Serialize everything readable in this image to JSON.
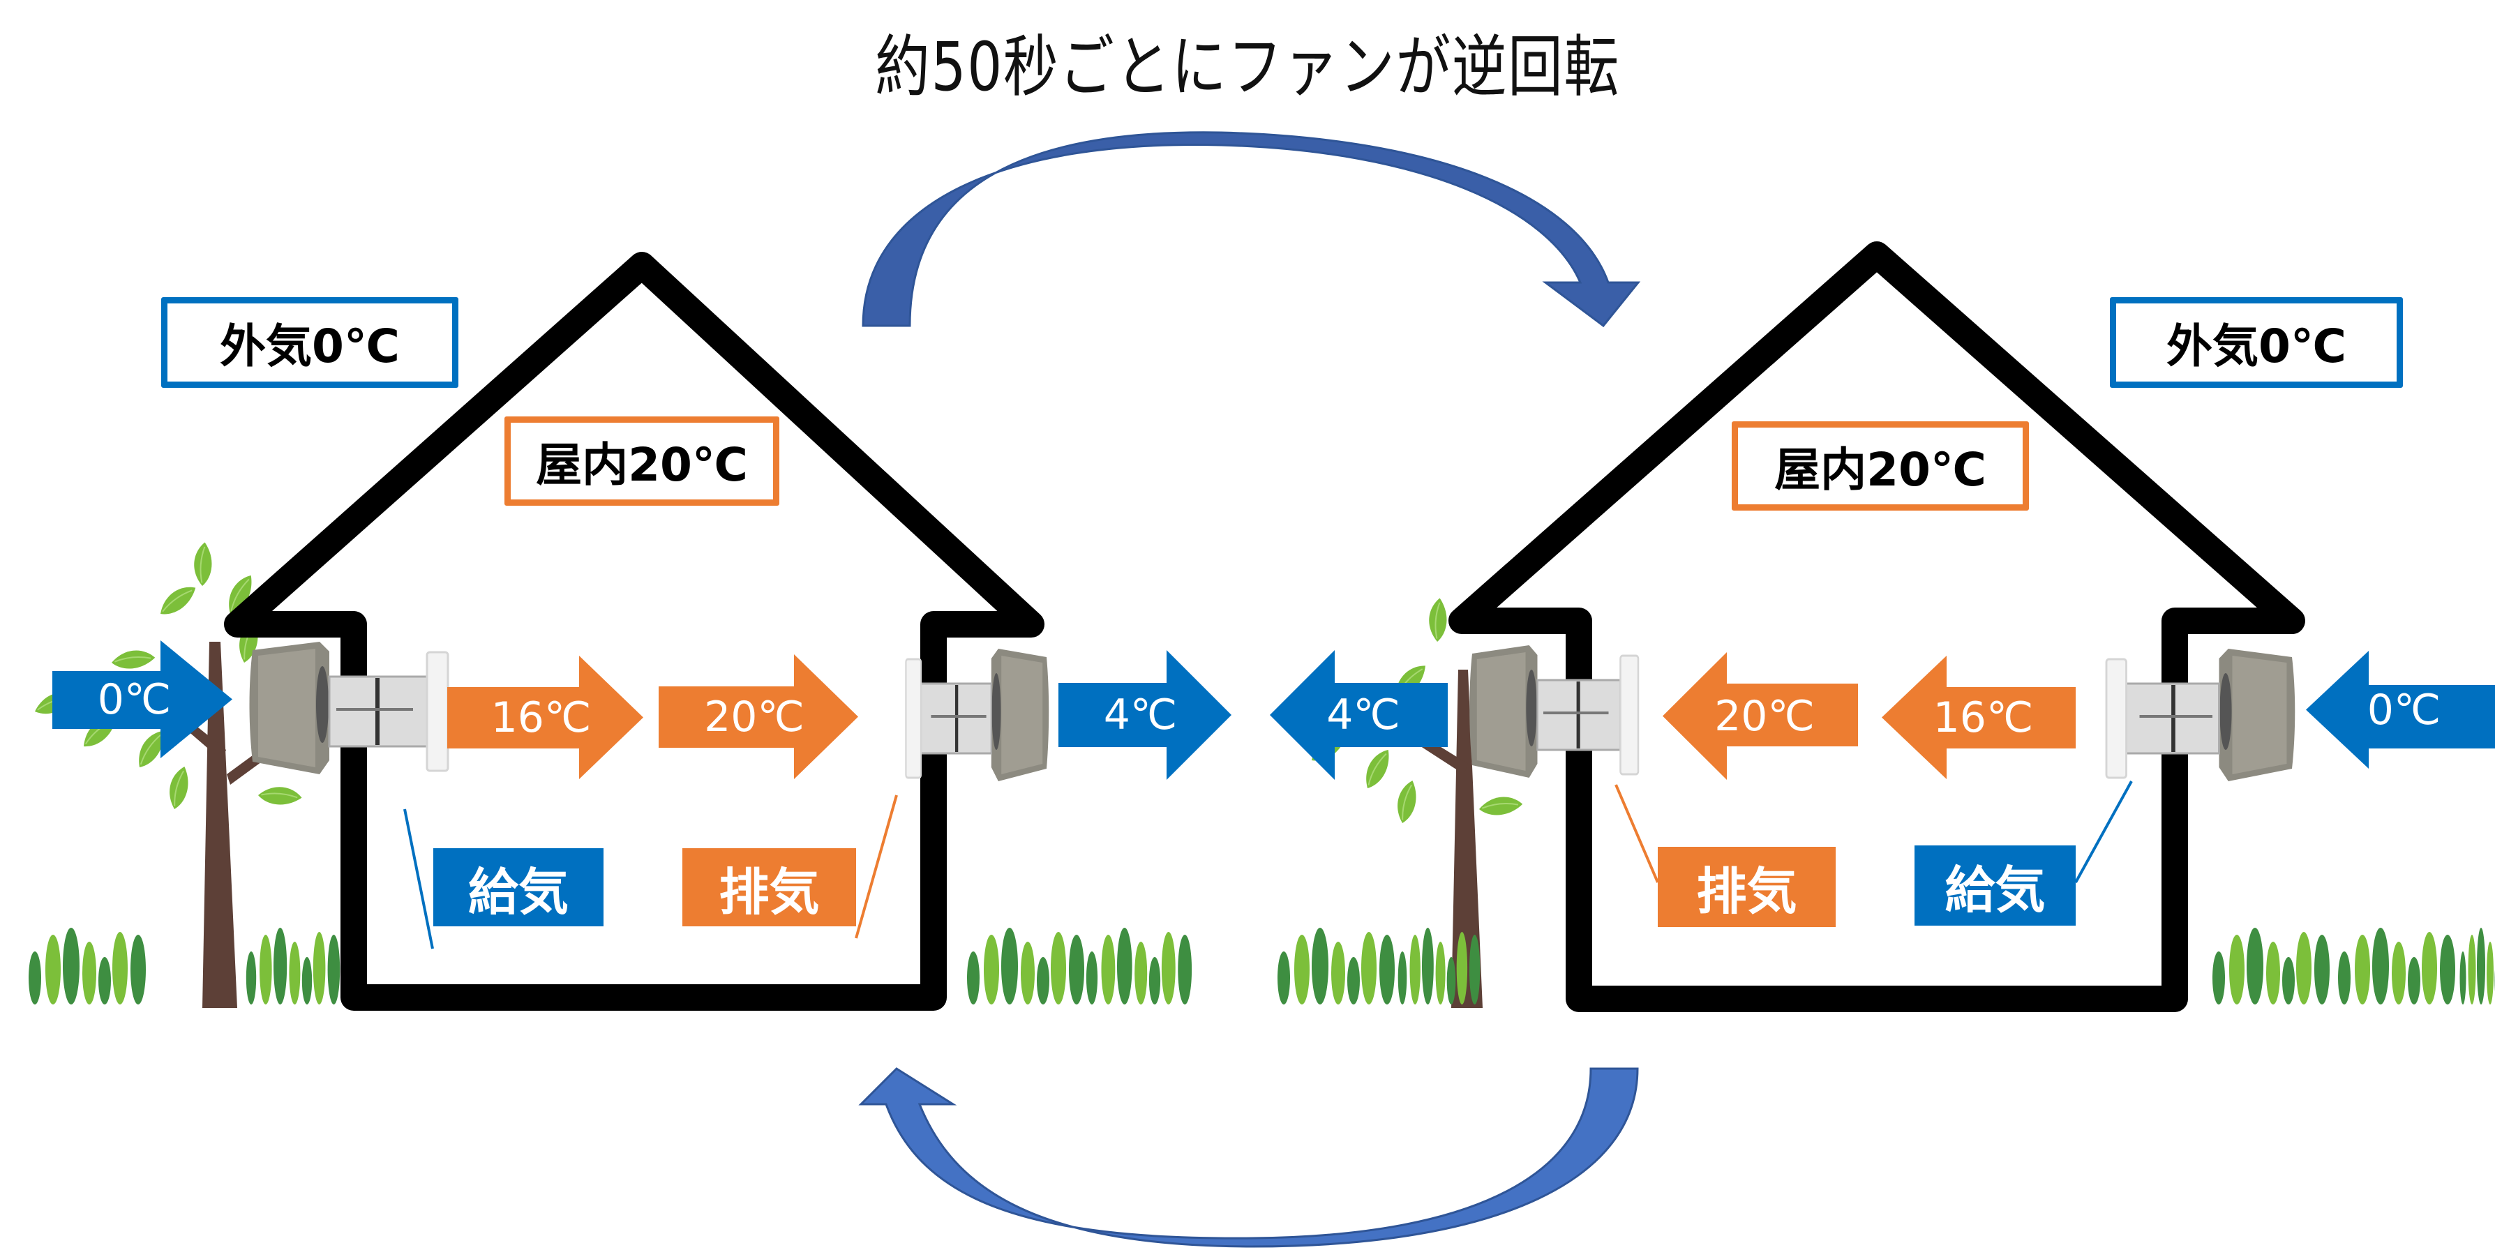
{
  "title": "約50秒ごとにファンが逆回転",
  "colors": {
    "supply_blue": "#0070C0",
    "exhaust_orange": "#ED7D31",
    "cycle_arrow_blue": "#3A5FA8",
    "house_outline": "#000000",
    "tree_trunk": "#5D4037",
    "leaf_light": "#7CBF3A",
    "leaf_dark": "#3E8E41"
  },
  "left_panel": {
    "outside_label": "外気0℃",
    "indoor_label": "屋内20℃",
    "arrows": [
      {
        "label": "0℃",
        "direction": "right",
        "color": "blue"
      },
      {
        "label": "16℃",
        "direction": "right",
        "color": "orange"
      },
      {
        "label": "20℃",
        "direction": "right",
        "color": "orange"
      },
      {
        "label": "4℃",
        "direction": "right",
        "color": "blue"
      }
    ],
    "tags": [
      {
        "label": "給気",
        "color": "blue"
      },
      {
        "label": "排気",
        "color": "orange"
      }
    ]
  },
  "right_panel": {
    "outside_label": "外気0℃",
    "indoor_label": "屋内20℃",
    "arrows": [
      {
        "label": "4℃",
        "direction": "left",
        "color": "blue"
      },
      {
        "label": "20℃",
        "direction": "left",
        "color": "orange"
      },
      {
        "label": "16℃",
        "direction": "left",
        "color": "orange"
      },
      {
        "label": "0℃",
        "direction": "left",
        "color": "blue"
      }
    ],
    "tags": [
      {
        "label": "排気",
        "color": "orange"
      },
      {
        "label": "給気",
        "color": "blue"
      }
    ]
  },
  "cycle_arrows": [
    {
      "name": "top",
      "direction": "clockwise-left-to-right"
    },
    {
      "name": "bottom",
      "direction": "right-to-left"
    }
  ]
}
